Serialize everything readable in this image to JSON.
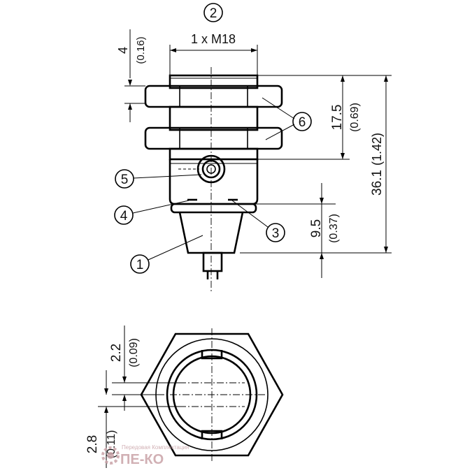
{
  "callouts": [
    "1",
    "2",
    "3",
    "4",
    "5",
    "6"
  ],
  "dimensions": {
    "thread": "1 x M18",
    "nut_height_mm": "4",
    "nut_height_in": "(0.16)",
    "upper_height_mm": "17.5",
    "upper_height_in": "(0.69)",
    "total_length_mm": "36.1",
    "total_length_in": "(1.42)",
    "lower_height_mm": "9.5",
    "lower_height_in": "(0.37)",
    "end_gap_mm": "2.2",
    "end_gap_in": "(0.09)",
    "bottom_gap_mm": "2.8",
    "bottom_gap_in": "(0.11)"
  },
  "watermark": {
    "brand": "ПЕ-КО",
    "tagline": "Передовая Комплектация"
  },
  "colors": {
    "line": "#000000",
    "watermark": "#c9a3a8"
  }
}
